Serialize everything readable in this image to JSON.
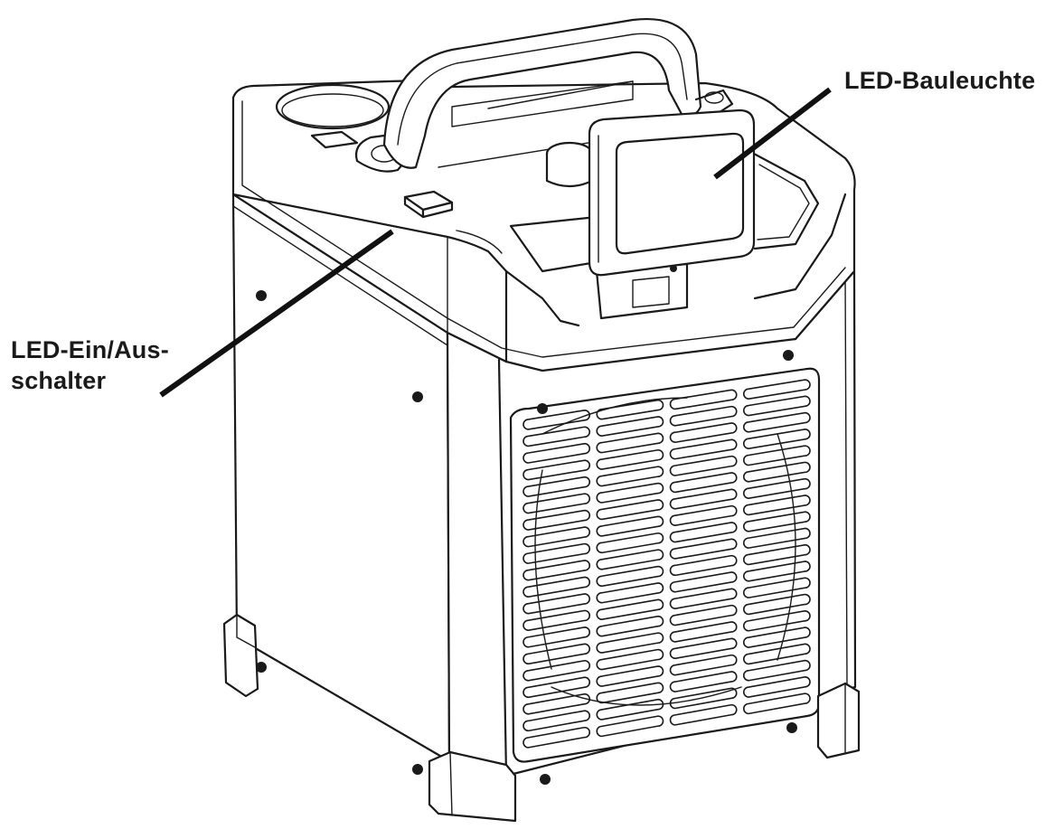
{
  "callouts": {
    "switch_line1": "LED-Ein/Aus-",
    "switch_line2": "schalter",
    "worklight": "LED-Bauleuchte"
  },
  "colors": {
    "line": "#1a1a1a",
    "background": "#ffffff"
  }
}
